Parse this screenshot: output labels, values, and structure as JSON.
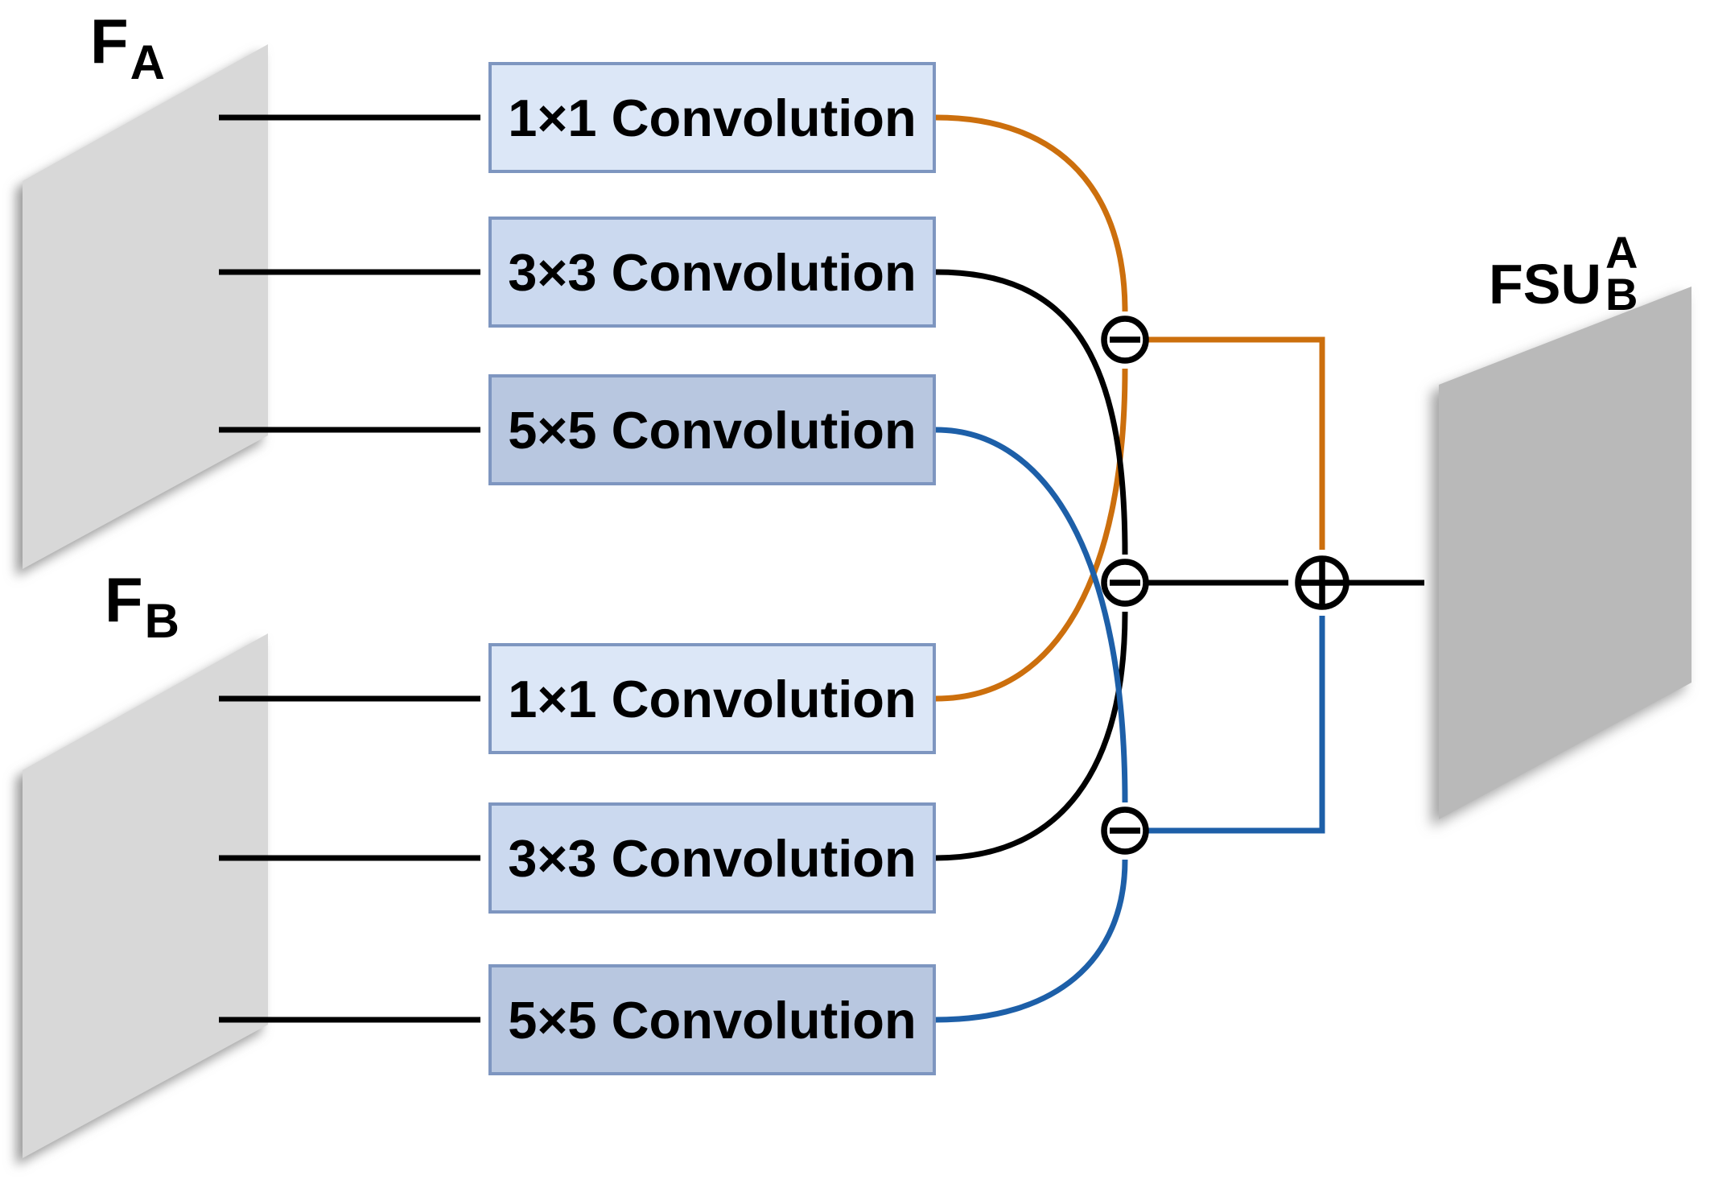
{
  "diagram": {
    "input_a": {
      "base": "F",
      "sub": "A"
    },
    "input_b": {
      "base": "F",
      "sub": "B"
    },
    "output_label": {
      "base": "FSU",
      "sup": "A",
      "sub": "B"
    },
    "branch_a": [
      "1×1 Convolution",
      "3×3 Convolution",
      "5×5 Convolution"
    ],
    "branch_b": [
      "1×1 Convolution",
      "3×3 Convolution",
      "5×5 Convolution"
    ],
    "icons": {
      "subtract_node": "minus-in-circle",
      "add_node": "plus-in-circle"
    },
    "colors": {
      "path_1x1": "#cc6f0d",
      "path_3x3": "#000000",
      "path_5x5": "#1d5fa8",
      "arrow_black": "#000000",
      "node_stroke": "#000000",
      "node_fill": "#ffffff",
      "box_border": "#7e96c0",
      "box_fill_1x1": "#dce7f7",
      "box_fill_3x3": "#cbd9ef",
      "box_fill_5x5": "#b8c7e0",
      "input_plane": "#d8d8d8",
      "output_plane": "#b9b9b9"
    }
  }
}
